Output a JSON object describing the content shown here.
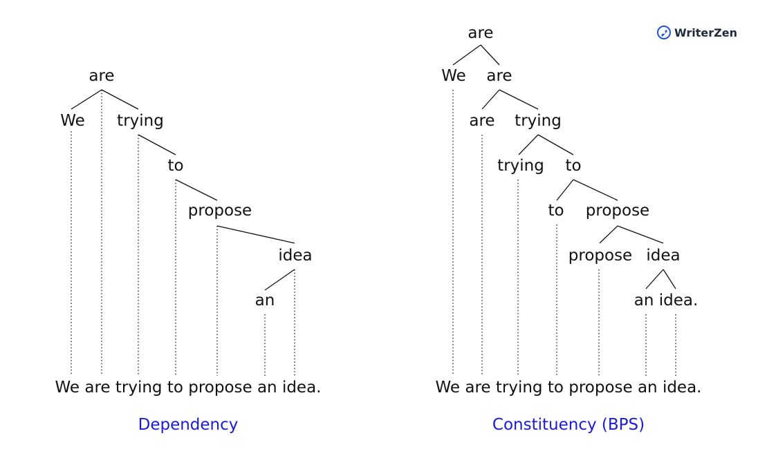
{
  "logo": {
    "text": "WriterZen",
    "icon": "writerzen-pen-icon",
    "color": "#1a56db"
  },
  "dependency": {
    "caption": "Dependency",
    "sentence": "We are trying to propose an idea.",
    "nodes": {
      "are": "are",
      "we": "We",
      "trying": "trying",
      "to": "to",
      "propose": "propose",
      "idea": "idea",
      "an": "an"
    }
  },
  "constituency": {
    "caption": "Constituency (BPS)",
    "sentence": "We are trying to propose an idea.",
    "nodes": {
      "root_are": "are",
      "we": "We",
      "are_phrase": "are",
      "are_head": "are",
      "trying_phrase": "trying",
      "trying_head": "trying",
      "to_phrase": "to",
      "to_head": "to",
      "propose_phrase": "propose",
      "propose_head": "propose",
      "idea_phrase": "idea",
      "an_idea": "an idea."
    }
  },
  "colors": {
    "caption": "#1a1adb",
    "text": "#111111"
  }
}
